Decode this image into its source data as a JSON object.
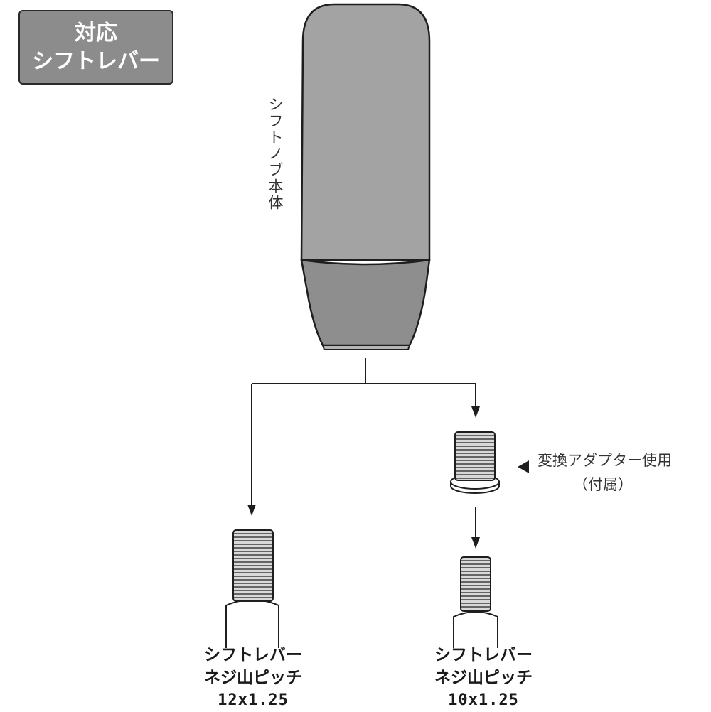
{
  "badge": {
    "line1": "対応",
    "line2": "シフトレバー"
  },
  "knob": {
    "label": "シフトノブ本体",
    "color": "#a3a3a3"
  },
  "adapter": {
    "label": "変換アダプター使用",
    "sub": "（付属）"
  },
  "levers": [
    {
      "line1": "シフトレバー",
      "line2": "ネジ山ピッチ",
      "pitch": "12x1.25"
    },
    {
      "line1": "シフトレバー",
      "line2": "ネジ山ピッチ",
      "pitch": "10x1.25"
    }
  ],
  "colors": {
    "badge": "#8c8c8c",
    "outline": "#1e1e1e",
    "thread": "#d8d8d8"
  }
}
